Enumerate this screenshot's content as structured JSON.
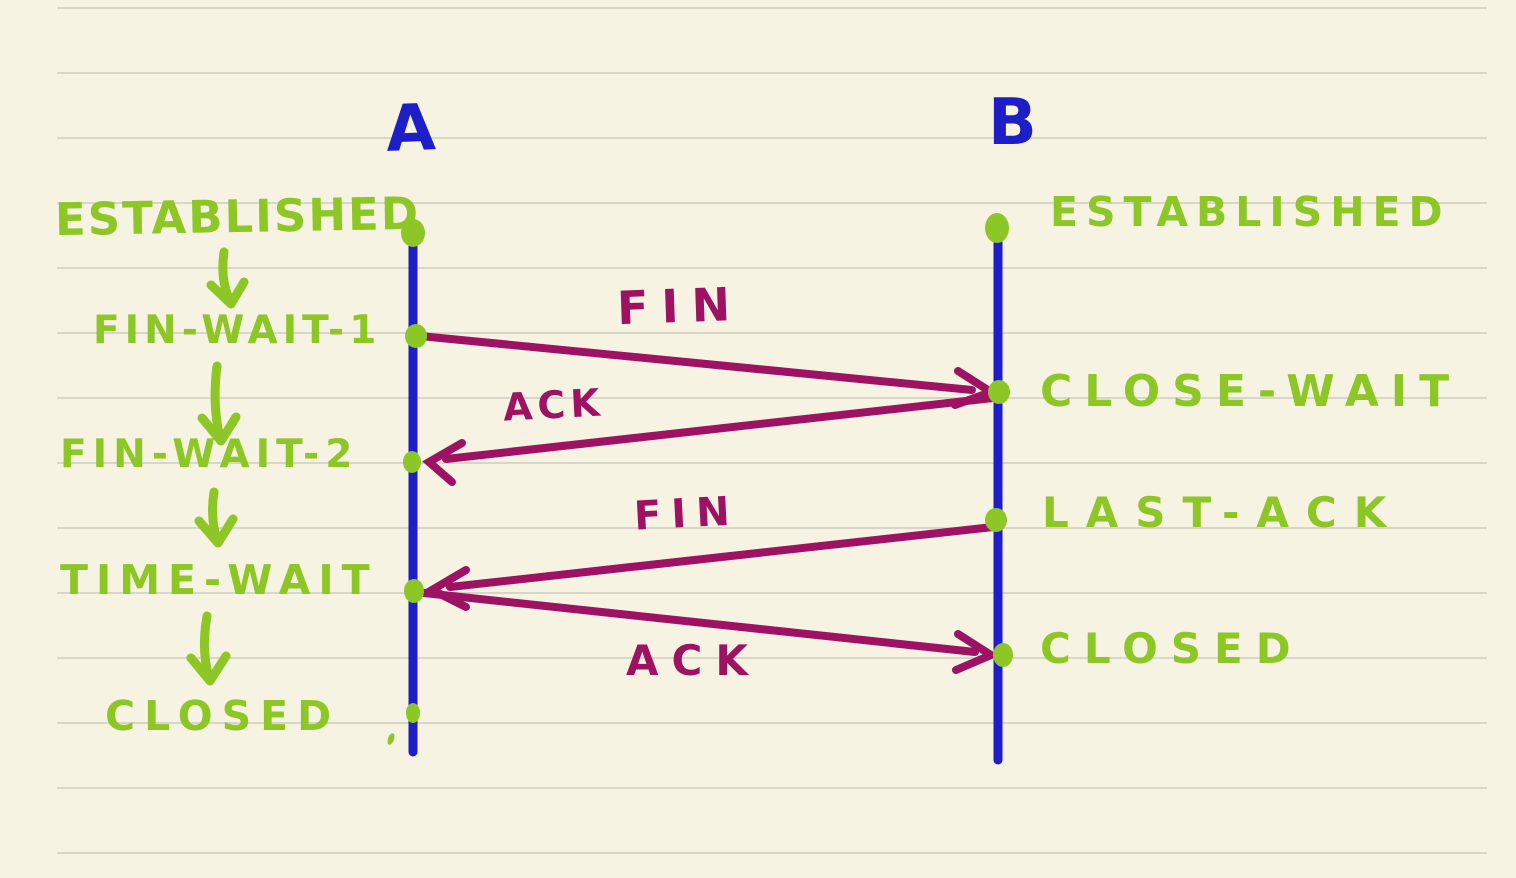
{
  "title": "TCP connection termination sequence diagram (hand-drawn)",
  "colors": {
    "background": "#f6f3e3",
    "ruled_line": "#d8d5c9",
    "state_green": "#8cc725",
    "timeline_blue": "#1e1ec9",
    "message_purple": "#9e1263"
  },
  "actors": [
    {
      "label": "A"
    },
    {
      "label": "B"
    }
  ],
  "left_states": [
    "ESTABLISHED",
    "FIN-WAIT-1",
    "FIN-WAIT-2",
    "TIME-WAIT",
    "CLOSED"
  ],
  "right_states": [
    "ESTABLISHED",
    "CLOSE-WAIT",
    "LAST-ACK",
    "CLOSED"
  ],
  "messages": [
    {
      "label": "FIN",
      "from": "A",
      "to": "B"
    },
    {
      "label": "ACK",
      "from": "B",
      "to": "A"
    },
    {
      "label": "FIN",
      "from": "B",
      "to": "A"
    },
    {
      "label": "ACK",
      "from": "A",
      "to": "B"
    }
  ]
}
